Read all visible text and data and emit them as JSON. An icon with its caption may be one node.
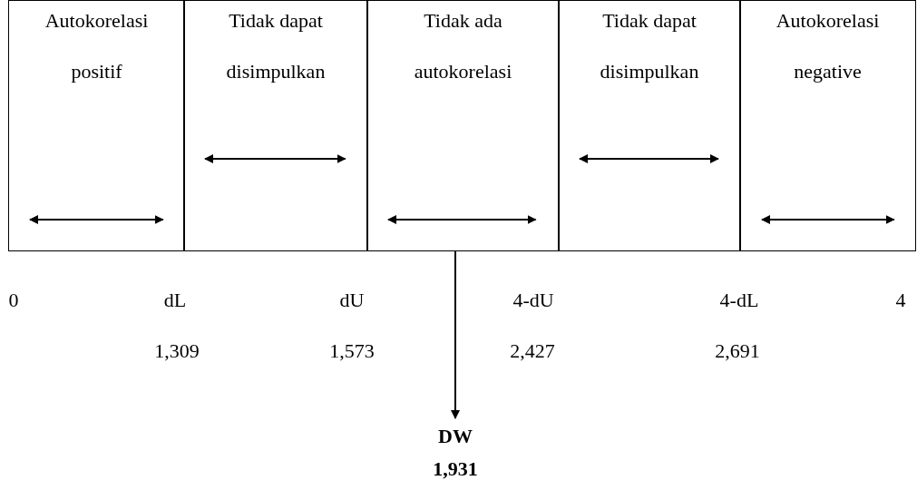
{
  "diagram": {
    "nodes": [
      {
        "text": [
          "Autokorelasi positif"
        ]
      },
      {
        "text": [
          "Tidak dapat disimpulkan"
        ]
      },
      {
        "text": [
          "Tidak ada autokorelasi"
        ]
      },
      {
        "text": [
          "Tidak dapat disimpulkan"
        ]
      },
      {
        "text": [
          "Autokorelasi negative"
        ]
      },
      {
        "text": [
          "DW 1,931"
        ]
      }
    ],
    "edges": [
      {
        "from": 2,
        "to": 5,
        "arrow": "to"
      }
    ],
    "labels": [
      "0",
      "dL",
      "dU",
      "4-dU",
      "4-dL",
      "4",
      "1,309",
      "1,573",
      "2,427",
      "2,691"
    ]
  }
}
